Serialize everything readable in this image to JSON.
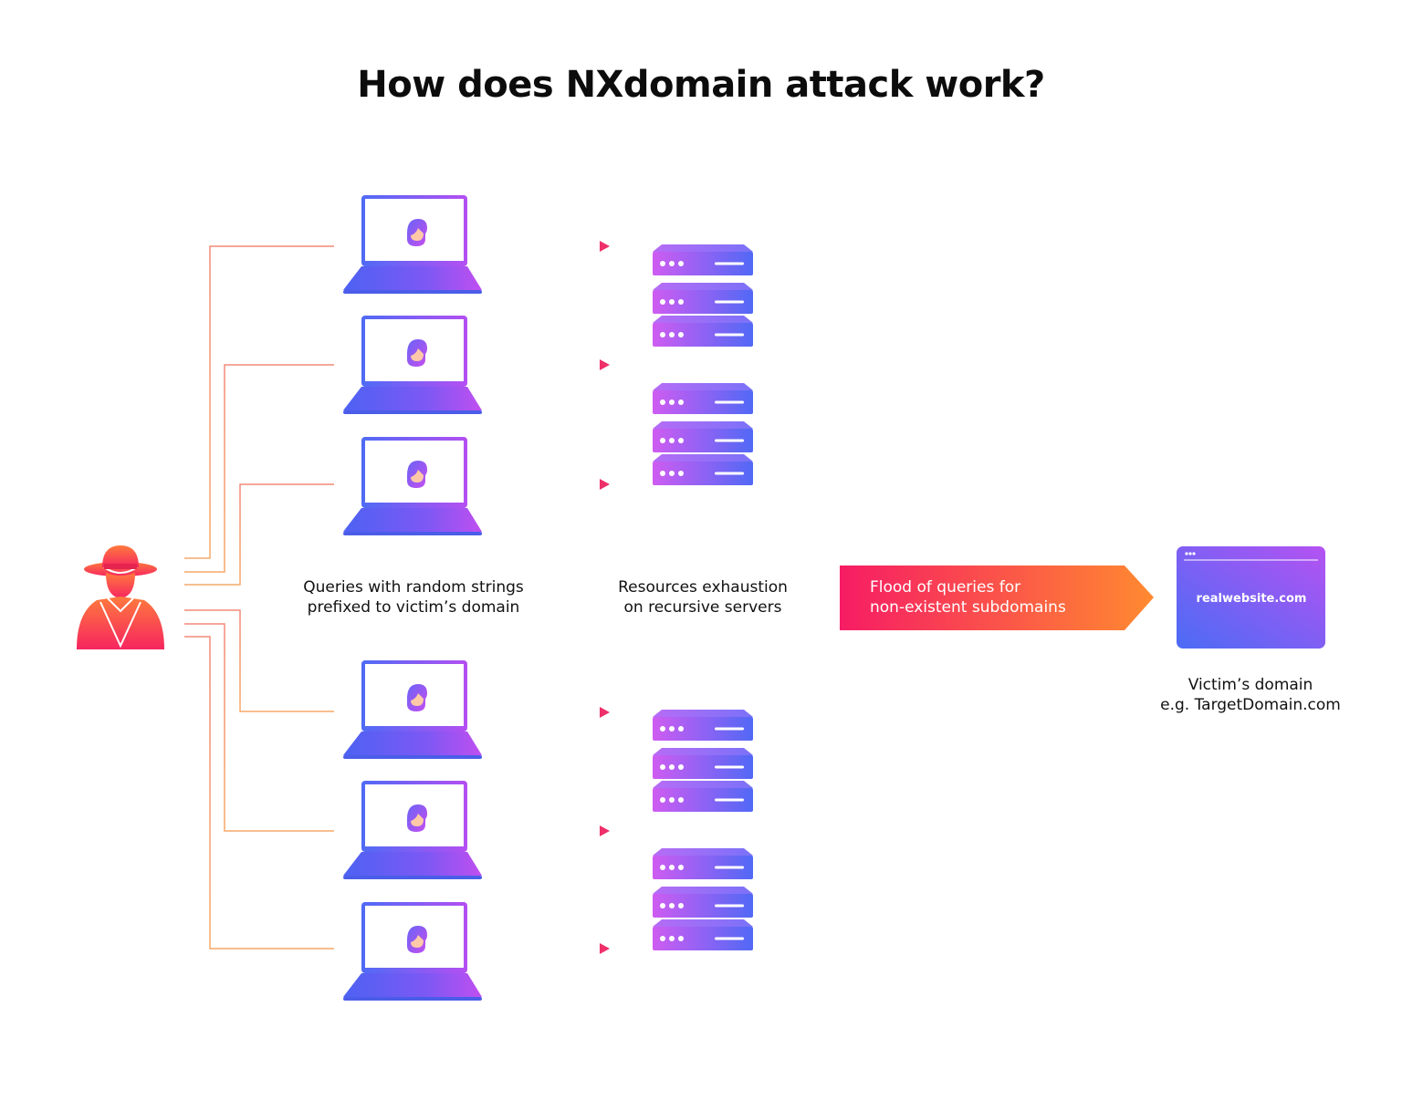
{
  "title": "How does NXdomain attack work?",
  "captions": {
    "queries": [
      "Queries with random strings",
      "prefixed to victim’s domain"
    ],
    "exhaustion": [
      "Resources exhaustion",
      "on recursive servers"
    ],
    "flood": [
      "Flood of queries for",
      "non-existent subdomains"
    ],
    "victim": [
      "Victim’s domain",
      "e.g. TargetDomain.com"
    ]
  },
  "victim_site_label": "realwebsite.com",
  "icons": {
    "attacker": "hacker-icon",
    "bot": "laptop-icon",
    "resolver": "server-rack-icon",
    "victim": "browser-window-icon"
  },
  "colors": {
    "line_gradient": [
      "#f6a96a",
      "#f0407a"
    ],
    "arrow": "#ee2f6a",
    "device_gradient": [
      "#4f6bf5",
      "#b44ff2"
    ],
    "server_gradient": [
      "#c85cf0",
      "#4f6bf5"
    ],
    "flood_gradient": [
      "#f61c64",
      "#ff7a35"
    ],
    "attacker_gradient": [
      "#ff7a3d",
      "#f6255f"
    ]
  }
}
